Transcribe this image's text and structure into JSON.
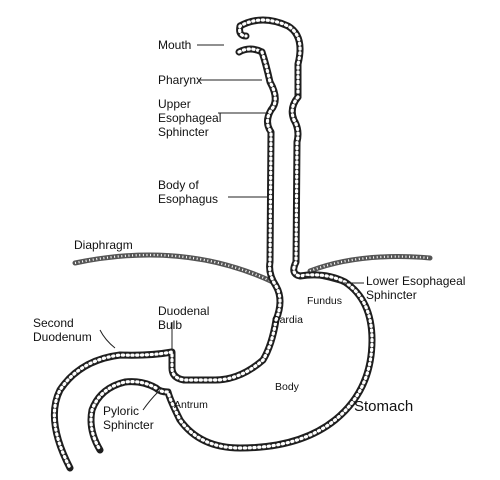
{
  "diagram": {
    "labels": {
      "mouth": "Mouth",
      "pharynx": "Pharynx",
      "upper_sphincter": "Upper\nEsophageal\nSphincter",
      "body_esophagus": "Body of\nEsophagus",
      "diaphragm": "Diaphragm",
      "lower_sphincter": "Lower Esophageal\nSphincter",
      "fundus": "Fundus",
      "duodenal_bulb": "Duodenal\nBulb",
      "second_duodenum": "Second\nDuodenum",
      "cardia": "Cardia",
      "body": "Body",
      "antrum": "Antrum",
      "pyloric_sphincter": "Pyloric\nSphincter",
      "stomach": "Stomach"
    },
    "colors": {
      "wall": "#1e1e1e",
      "diaphragm": "#555555",
      "text": "#111111"
    }
  }
}
